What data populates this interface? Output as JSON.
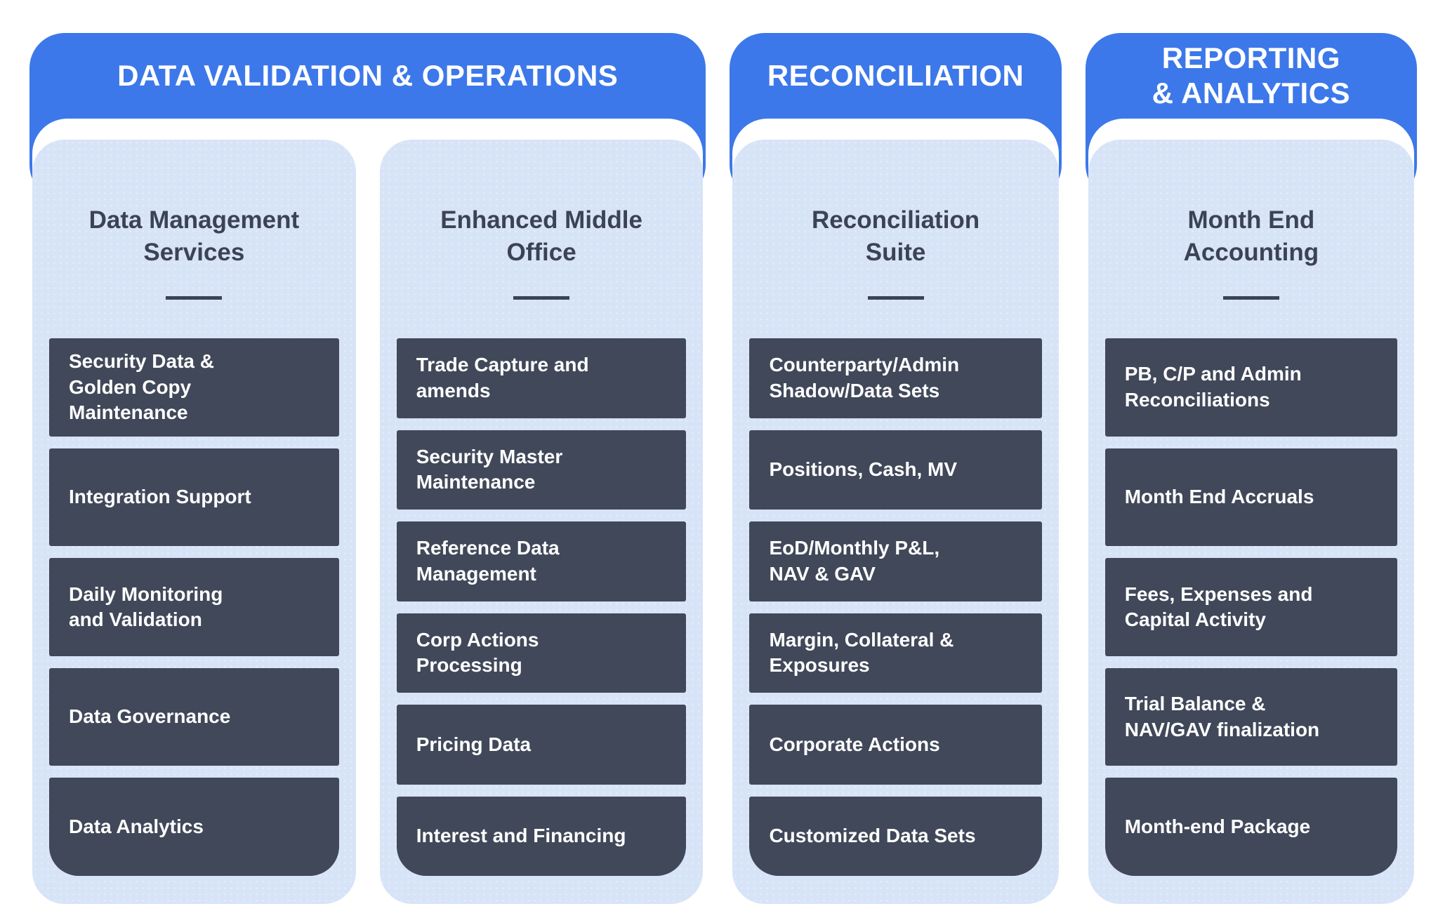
{
  "colors": {
    "header_blue": "#3C78E9",
    "panel_light_blue": "#D7E4F7",
    "card_dark": "#404859",
    "title_slate": "#3C4356",
    "card_text": "#FFFFFF",
    "background": "#FFFFFF"
  },
  "groups": [
    {
      "title": "DATA VALIDATION & OPERATIONS",
      "columns": [
        {
          "title": "Data Management\nServices",
          "items": [
            {
              "label": "Security Data &\nGolden Copy\nMaintenance"
            },
            {
              "label": "Integration Support"
            },
            {
              "label": "Daily Monitoring\nand Validation"
            },
            {
              "label": "Data Governance"
            },
            {
              "label": "Data Analytics"
            }
          ]
        },
        {
          "title": "Enhanced Middle\nOffice",
          "items": [
            {
              "label": "Trade Capture and\namends"
            },
            {
              "label": "Security Master\nMaintenance"
            },
            {
              "label": "Reference Data\nManagement"
            },
            {
              "label": "Corp Actions\nProcessing"
            },
            {
              "label": "Pricing Data"
            },
            {
              "label": "Interest and Financing"
            }
          ]
        }
      ]
    },
    {
      "title": "RECONCILIATION",
      "columns": [
        {
          "title": "Reconciliation\nSuite",
          "items": [
            {
              "label": "Counterparty/Admin\nShadow/Data Sets"
            },
            {
              "label": "Positions, Cash, MV"
            },
            {
              "label": "EoD/Monthly P&L,\nNAV & GAV"
            },
            {
              "label": "Margin, Collateral &\nExposures"
            },
            {
              "label": "Corporate Actions"
            },
            {
              "label": "Customized Data Sets"
            }
          ]
        }
      ]
    },
    {
      "title": "REPORTING\n& ANALYTICS",
      "columns": [
        {
          "title": "Month End\nAccounting",
          "items": [
            {
              "label": "PB, C/P and Admin\nReconciliations"
            },
            {
              "label": "Month End Accruals"
            },
            {
              "label": "Fees, Expenses and\nCapital Activity"
            },
            {
              "label": "Trial Balance &\nNAV/GAV finalization"
            },
            {
              "label": "Month-end Package"
            }
          ]
        }
      ]
    }
  ]
}
